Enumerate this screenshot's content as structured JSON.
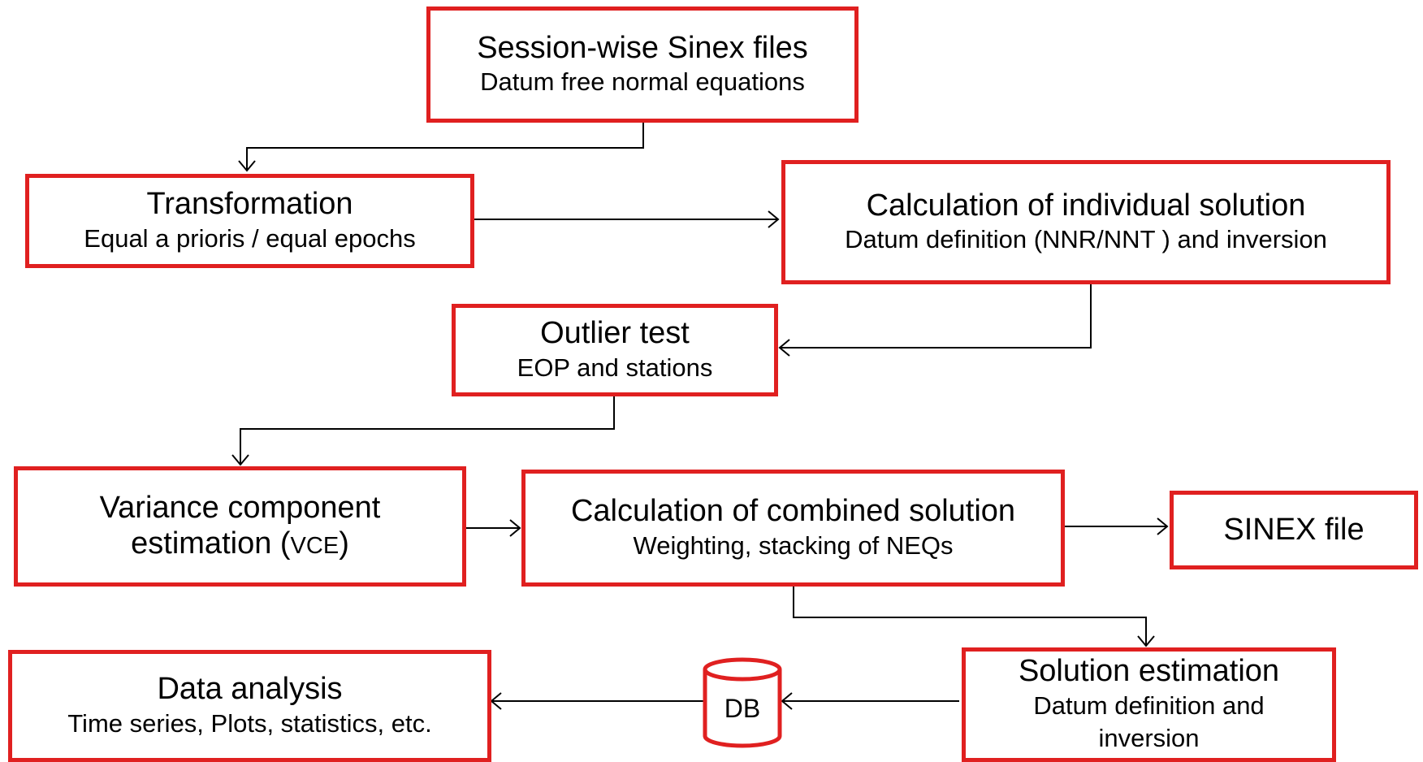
{
  "nodes": {
    "sinex_in": {
      "title": "Session-wise Sinex files",
      "sub": "Datum free normal equations"
    },
    "transform": {
      "title": "Transformation",
      "sub": "Equal a prioris / equal epochs"
    },
    "individual": {
      "title": "Calculation of individual solution",
      "sub": "Datum definition (NNR/NNT ) and inversion"
    },
    "outlier": {
      "title": "Outlier test",
      "sub": "EOP and stations"
    },
    "vce": {
      "title_line1": "Variance component",
      "title_line2a": "estimation (",
      "title_line2b": "VCE",
      "title_line2c": ")"
    },
    "combined": {
      "title": "Calculation of combined solution",
      "sub": "Weighting, stacking of NEQs"
    },
    "sinex_out": {
      "title": "SINEX file"
    },
    "solution": {
      "title": "Solution estimation",
      "sub_line1": "Datum definition and",
      "sub_line2": "inversion"
    },
    "analysis": {
      "title": "Data analysis",
      "sub": "Time series, Plots, statistics, etc."
    },
    "db": {
      "label": "DB"
    }
  },
  "colors": {
    "box_border": "#e02020",
    "line": "#000000"
  }
}
